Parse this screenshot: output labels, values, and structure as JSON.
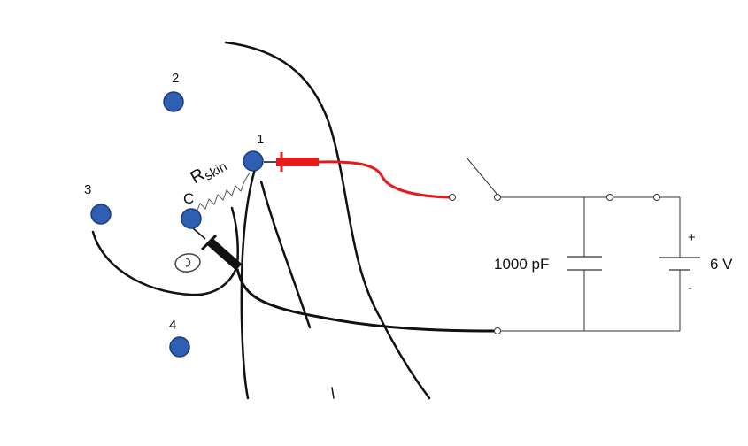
{
  "electrodes": [
    {
      "id": "1",
      "label": "1"
    },
    {
      "id": "2",
      "label": "2"
    },
    {
      "id": "3",
      "label": "3"
    },
    {
      "id": "4",
      "label": "4"
    },
    {
      "id": "C",
      "label": "C"
    }
  ],
  "resistor": {
    "label_main": "R",
    "label_sub": "skin"
  },
  "capacitor": {
    "label": "1000 pF"
  },
  "battery": {
    "label": "6 V",
    "plus": "+",
    "minus": "-"
  },
  "colors": {
    "electrode_fill": "#2f5fb3",
    "electrode_stroke": "#1a3c7a",
    "probe_red": "#e31b1b",
    "probe_black": "#111111",
    "wire": "#333333",
    "body_outline": "#111111"
  }
}
